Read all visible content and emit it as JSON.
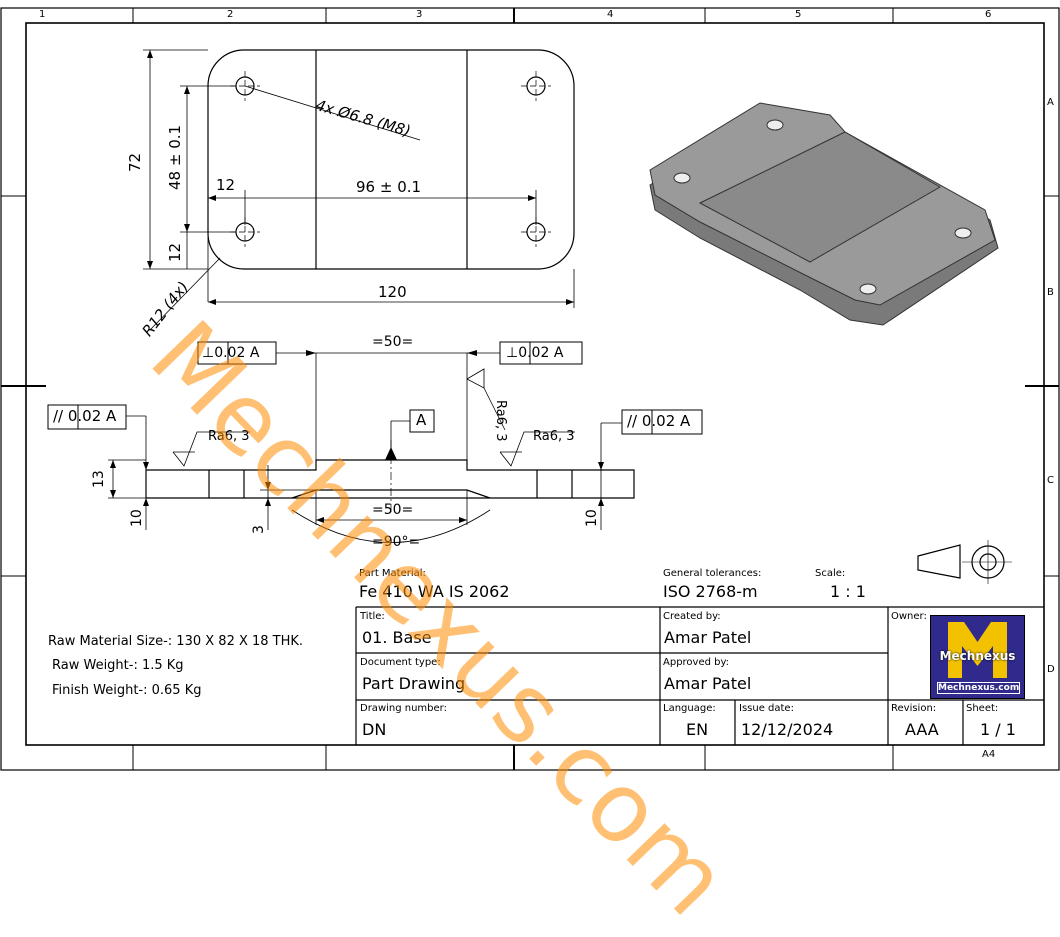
{
  "frame": {
    "columns": [
      "1",
      "2",
      "3",
      "4",
      "5",
      "6"
    ],
    "rows": [
      "A",
      "B",
      "C",
      "D"
    ],
    "sheet_size": "A4"
  },
  "top_view": {
    "hole_callout": "4x Ø6.8 (M8)",
    "height_overall": "72",
    "hole_pitch_vertical": "48 ± 0.1",
    "edge_offset_vertical": "12",
    "edge_offset_horizontal": "12",
    "hole_pitch_horizontal": "96 ± 0.1",
    "width_overall": "120",
    "corner_radius": "R12 (4x)"
  },
  "front_view": {
    "perp_left": "⊥0.02 A",
    "perp_right": "⊥0.02 A",
    "groove_width_top": "=50=",
    "parallel_left": "// 0.02 A",
    "parallel_right": "// 0.02 A",
    "datum": "A",
    "roughness_left": "Ra6, 3",
    "roughness_right": "Ra6, 3",
    "roughness_top": "Ra6, 3",
    "step_height": "13",
    "base_thickness_left": "10",
    "base_thickness_right": "10",
    "groove_depth": "3",
    "groove_width_bottom": "=50=",
    "groove_angle": "=90°="
  },
  "notes": {
    "raw_size": "Raw Material Size-: 130 X 82 X 18 THK.",
    "raw_weight": "Raw Weight-: 1.5 Kg",
    "finish_weight": "Finish Weight-: 0.65 Kg"
  },
  "title_block": {
    "part_material_label": "Part Material:",
    "part_material": "Fe 410 WA IS 2062",
    "general_tol_label": "General tolerances:",
    "general_tol": "ISO 2768-m",
    "scale_label": "Scale:",
    "scale": "1 : 1",
    "title_label": "Title:",
    "title": "01. Base",
    "created_label": "Created by:",
    "created": "Amar Patel",
    "owner_label": "Owner:",
    "doctype_label": "Document type:",
    "doctype": "Part Drawing",
    "approved_label": "Approved by:",
    "approved": "Amar Patel",
    "drawing_no_label": "Drawing number:",
    "drawing_no": "DN",
    "language_label": "Language:",
    "language": "EN",
    "issue_label": "Issue date:",
    "issue": "12/12/2024",
    "revision_label": "Revision:",
    "revision": "AAA",
    "sheet_label": "Sheet:",
    "sheet": "1 / 1"
  },
  "logo": {
    "brand": "Mechnexus",
    "url": "Mechnexus.com",
    "color": "#2f2a8c",
    "accent": "#f2c200"
  },
  "watermark": "Mechnexus.com"
}
